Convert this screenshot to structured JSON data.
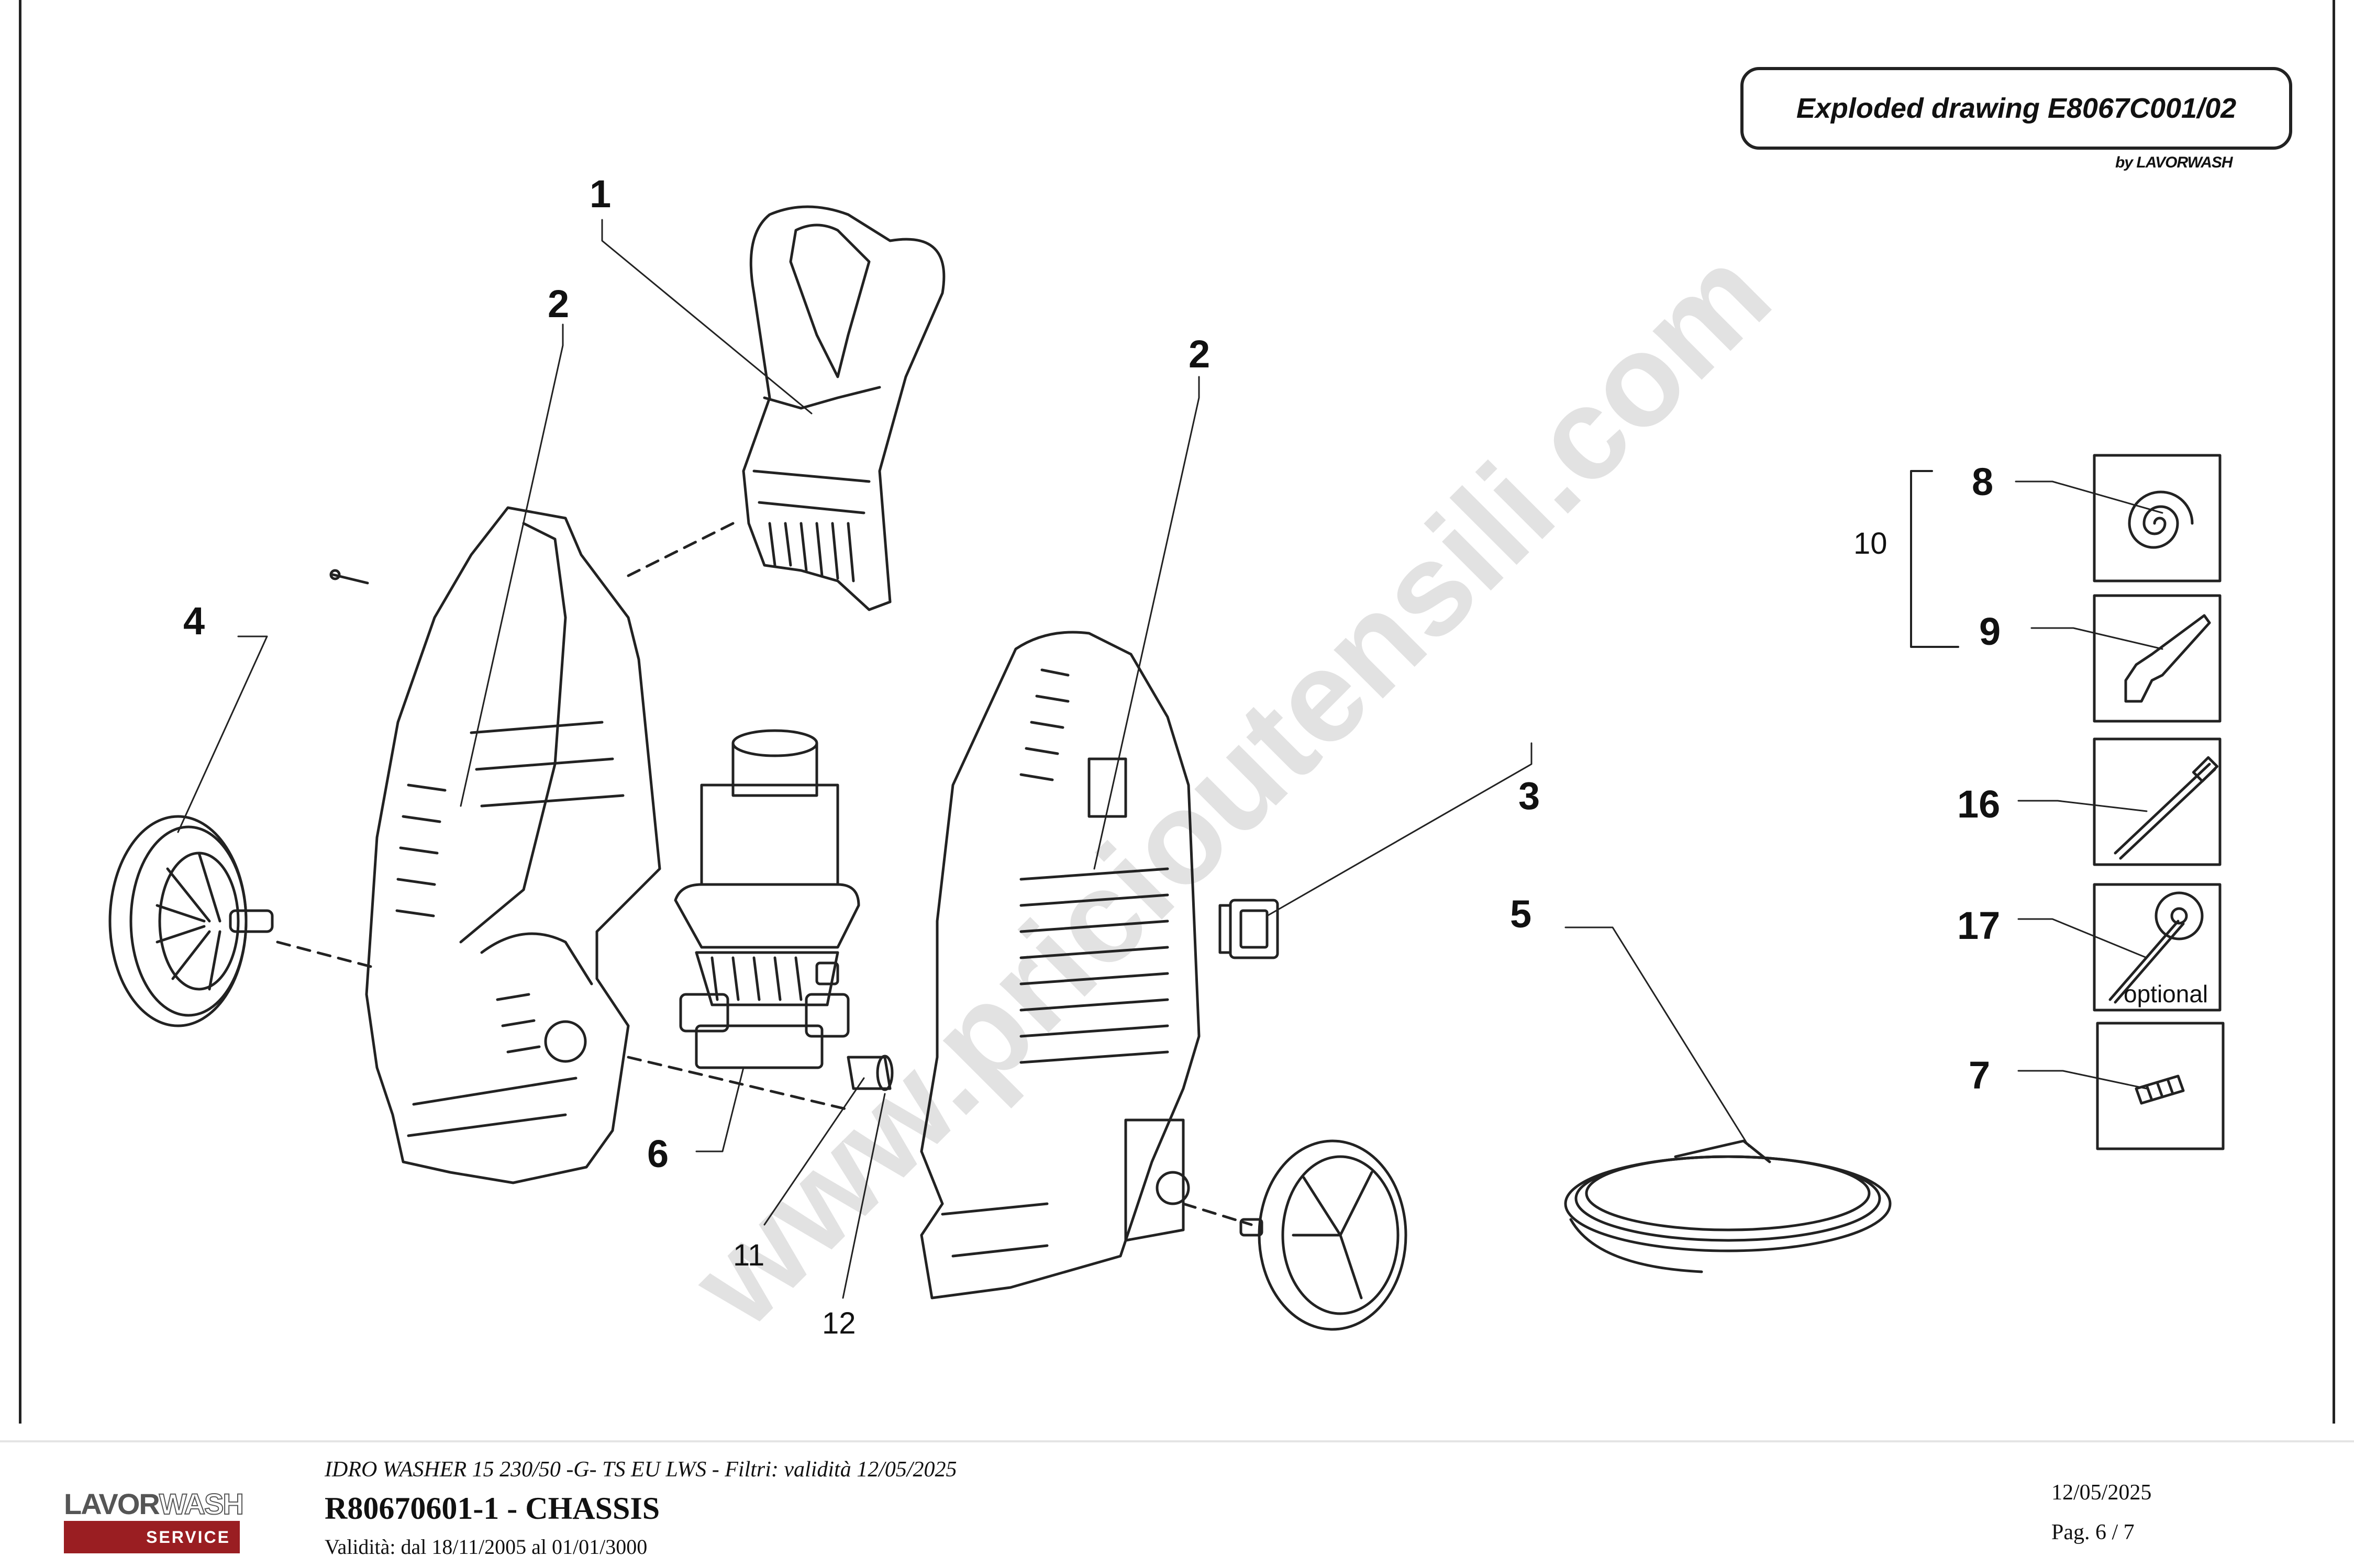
{
  "title": "Exploded drawing E8067C001/02",
  "by_line": "by LAVORWASH",
  "watermark": "www.pricioutensili.com",
  "callouts": [
    {
      "id": "c1",
      "label": "1"
    },
    {
      "id": "c2a",
      "label": "2"
    },
    {
      "id": "c2b",
      "label": "2"
    },
    {
      "id": "c3",
      "label": "3"
    },
    {
      "id": "c4",
      "label": "4"
    },
    {
      "id": "c5",
      "label": "5"
    },
    {
      "id": "c6",
      "label": "6"
    },
    {
      "id": "c11",
      "label": "11"
    },
    {
      "id": "c12",
      "label": "12"
    },
    {
      "id": "c8",
      "label": "8"
    },
    {
      "id": "c9",
      "label": "9"
    },
    {
      "id": "c10",
      "label": "10"
    },
    {
      "id": "c16",
      "label": "16"
    },
    {
      "id": "c17",
      "label": "17"
    },
    {
      "id": "c7",
      "label": "7"
    }
  ],
  "accessory_note": "optional",
  "footer": {
    "logo_word_a": "LAVOR",
    "logo_word_b": "WASH",
    "logo_service": "SERVICE",
    "line1": "IDRO WASHER 15 230/50 -G- TS EU LWS - Filtri: validità 12/05/2025",
    "line2": "R80670601-1 - CHASSIS",
    "line3": "Validità: dal 18/11/2005 al 01/01/3000",
    "date": "12/05/2025",
    "page": "Pag. 6 / 7"
  },
  "icons": [
    "spiral-hose-icon",
    "spray-gun-icon",
    "lance-icon",
    "rotating-nozzle-icon",
    "nozzle-icon"
  ],
  "colors": {
    "logo_red": "#9a1e22",
    "line": "#222222",
    "watermark": "#969696"
  }
}
